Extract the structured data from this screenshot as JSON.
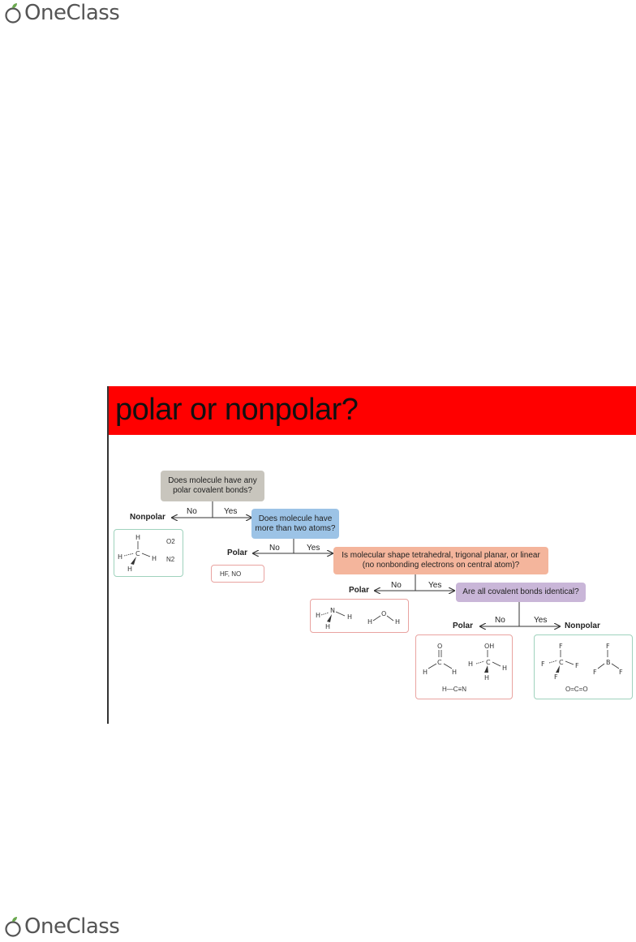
{
  "brand": {
    "name": "OneClass",
    "accent": "#6aa84f"
  },
  "slide": {
    "title": "polar or nonpolar?",
    "header_color": "#ff0000",
    "questions": [
      {
        "id": "q1",
        "text": "Does molecule have any polar covalent bonds?",
        "color": "#c8c5bd"
      },
      {
        "id": "q2",
        "text": "Does molecule have more than two atoms?",
        "color": "#9cc3e6"
      },
      {
        "id": "q3",
        "text": "Is molecular shape tetrahedral, trigonal planar, or linear (no nonbonding electrons on central atom)?",
        "color": "#f4b59c"
      },
      {
        "id": "q4",
        "text": "Are all covalent bonds identical?",
        "color": "#c9b6d8"
      }
    ],
    "labels": {
      "no": "No",
      "yes": "Yes",
      "nonpolar": "Nonpolar",
      "polar": "Polar"
    },
    "examples": {
      "nonpolar_1": {
        "o2": "O2",
        "n2": "N2"
      },
      "polar_1": {
        "text": "HF, NO"
      },
      "hcn": "H—C≡N",
      "co2": "O=C=O"
    }
  }
}
